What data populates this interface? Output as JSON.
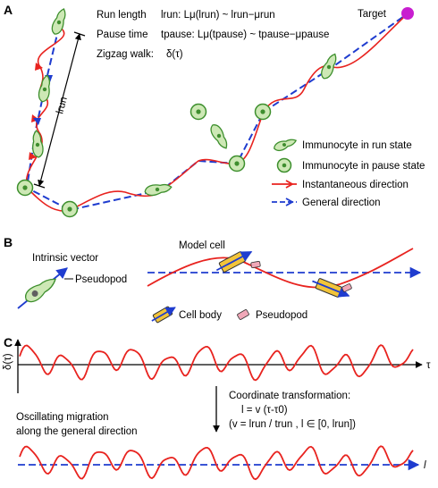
{
  "panels": {
    "a": "A",
    "b": "B",
    "c": "C"
  },
  "panel_a": {
    "target": "Target",
    "run_length": {
      "label": "Run length",
      "formula": "lrun: Lμ(lrun) ~ lrun−μrun"
    },
    "pause_time": {
      "label": "Pause time",
      "formula": "tpause: Lμ(tpause) ~ tpause−μpause"
    },
    "zigzag": {
      "label": "Zigzag walk:",
      "symbol": "δ(τ)"
    },
    "l_run": "lrun",
    "legend": {
      "run_state": "Immunocyte in run state",
      "pause_state": "Immunocyte in pause state",
      "instantaneous": "Instantaneous direction",
      "general": "General direction"
    },
    "colors": {
      "cell_fill": "#cde8b5",
      "cell_edge": "#3d8f2d",
      "nucleus": "#3f8e2f",
      "path_red": "#e8231f",
      "path_blue": "#1f3ccf",
      "target": "#c81ed0"
    }
  },
  "panel_b": {
    "intrinsic_vector": "Intrinsic vector",
    "pseudopod": "Pseudopod",
    "model_cell": "Model cell",
    "cell_body": "Cell body",
    "pseudopod_legend": "Pseudopod",
    "colors": {
      "body": "#f2c43a",
      "pseudopod": "#f0a8b8"
    }
  },
  "panel_c": {
    "y_axis": "δ(τ)",
    "x_axis": "τ",
    "transform_title": "Coordinate transformation:",
    "transform_eq1": "l = v (τ-τ0)",
    "transform_eq2": "(v = lrun / trun , l ∈ [0, lrun])",
    "oscillating_1": "Oscillating migration",
    "oscillating_2": "along the general direction",
    "l_axis": "l"
  }
}
